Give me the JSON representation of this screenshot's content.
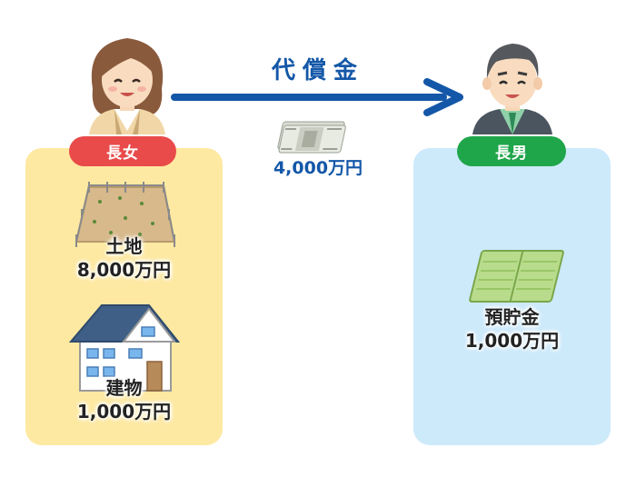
{
  "transfer": {
    "title": "代償金",
    "amount": "4,000万円",
    "arrow_color": "#1457a8"
  },
  "left_person": {
    "role": "長女",
    "badge_color": "#e94a4a",
    "panel_color": "#fde9a1",
    "assets": [
      {
        "name": "土地",
        "value": "8,000万円",
        "icon": "land-icon"
      },
      {
        "name": "建物",
        "value": "1,000万円",
        "icon": "house-icon"
      }
    ]
  },
  "right_person": {
    "role": "長男",
    "badge_color": "#1fa64a",
    "panel_color": "#cdeafb",
    "assets": [
      {
        "name": "預貯金",
        "value": "1,000万円",
        "icon": "bankbook-icon"
      }
    ]
  }
}
